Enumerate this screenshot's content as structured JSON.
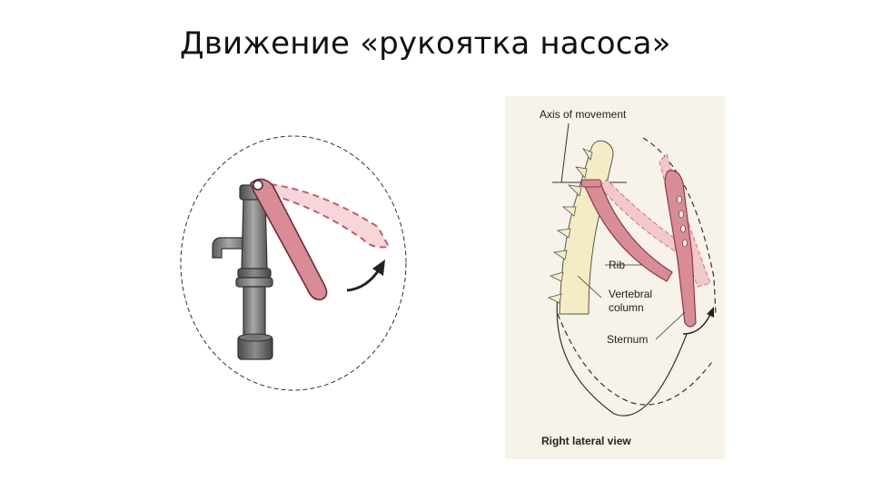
{
  "slide": {
    "title": "Движение «рукоятка насоса»"
  },
  "thorax_figure": {
    "labels": {
      "axis": "Axis of movement",
      "rib": "Rib",
      "vertebral_1": "Vertebral",
      "vertebral_2": "column",
      "sternum": "Sternum",
      "caption": "Right lateral view"
    }
  },
  "colors": {
    "rib_pink": "#d88c95",
    "rib_outline": "#8a3a48",
    "ghost_pink": "#f2c8cc",
    "spine_cream": "#f4ecc4",
    "pump_gray": "#7d7d7d",
    "panel_bg": "#f7f2ea"
  },
  "icons": [
    "hand-pump-icon",
    "curved-arrow-icon"
  ]
}
